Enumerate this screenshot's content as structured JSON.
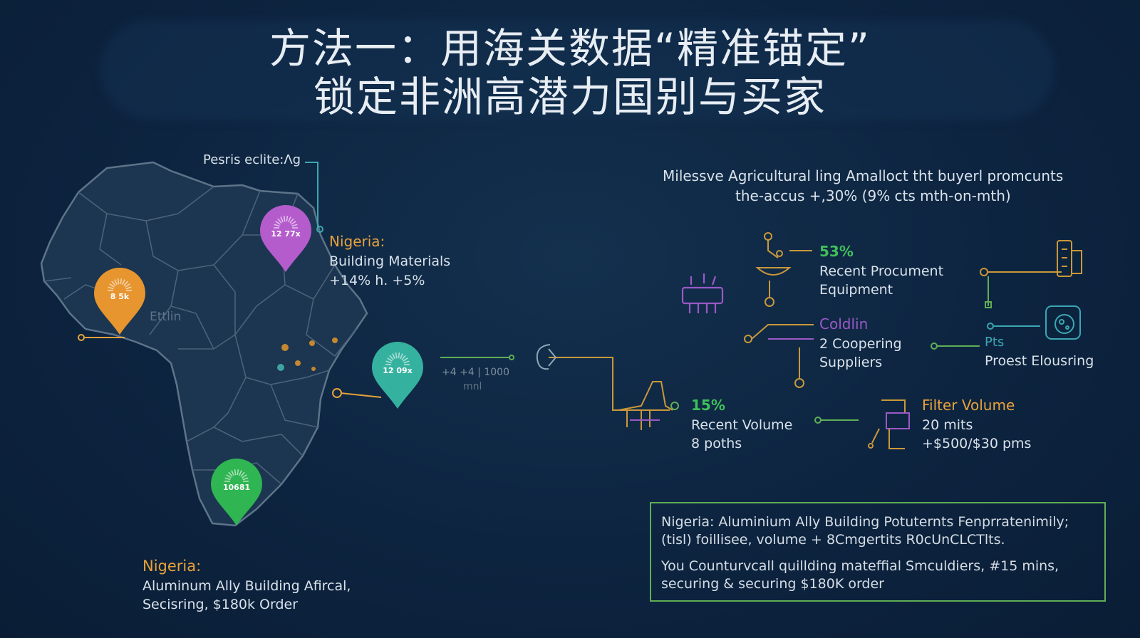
{
  "title": {
    "line1": "方法一：用海关数据“精准锚定”",
    "line2": "锁定非洲高潜力国别与买家"
  },
  "map": {
    "top_label": "Pesris eclite:Λg",
    "inner_label": "Ettlin",
    "pins": [
      {
        "id": "purple",
        "value": "12 77x",
        "color": "#b45ccc"
      },
      {
        "id": "orange",
        "value": "8 5k",
        "color": "#e6952f"
      },
      {
        "id": "teal",
        "value": "12 09x",
        "color": "#35b29f"
      },
      {
        "id": "green",
        "value": "10681",
        "color": "#2fb552"
      }
    ],
    "teal_note": "+4 +4 | 1000",
    "teal_note2": "mnl"
  },
  "nigeria_top": {
    "heading": "Nigeria:",
    "line1": "Building Materials",
    "line2": "+14% h. +5%"
  },
  "nigeria_bottom": {
    "heading": "Nigeria:",
    "line1": "Aluminum Ally Building Afircal,",
    "line2": "Secisring, $180k Order"
  },
  "right_header": {
    "line1": "Milessve Agricultural ling Amalloct tht buyerl promcunts",
    "line2": "the-accus +,30% (9% cts mth-on-mth)"
  },
  "metrics": {
    "m1": {
      "value": "53%",
      "line1": "Recent Procument",
      "line2": "Equipment"
    },
    "m2": {
      "value": "Coldlin",
      "line1": "2 Coopering",
      "line2": "Suppliers"
    },
    "m3": {
      "value": "Pts",
      "line1": "Proest Elousring"
    },
    "m4": {
      "value": "15%",
      "line1": "Recent Volume",
      "line2": "8 poths"
    },
    "m5": {
      "value": "Filter Volume",
      "line1": "20 mits",
      "line2": "+$500/$30 pms"
    }
  },
  "callout": {
    "line1": "Nigeria: Aluminium Ally Building Potuternts Fenprratenimily;",
    "line2": "(tisl) foillisee, volume + 8Cmgertits R0cUnCLCTlts.",
    "line3": "You Counturvcall quillding mateffial Smculdiers, #15 mins,",
    "line4": "securing & securing $180K order"
  },
  "colors": {
    "background": "#0d2440",
    "orange": "#e9a23b",
    "green": "#3fbf59",
    "purple": "#9b59c6",
    "teal": "#3aa7b3",
    "callout_border": "#5fae56"
  }
}
